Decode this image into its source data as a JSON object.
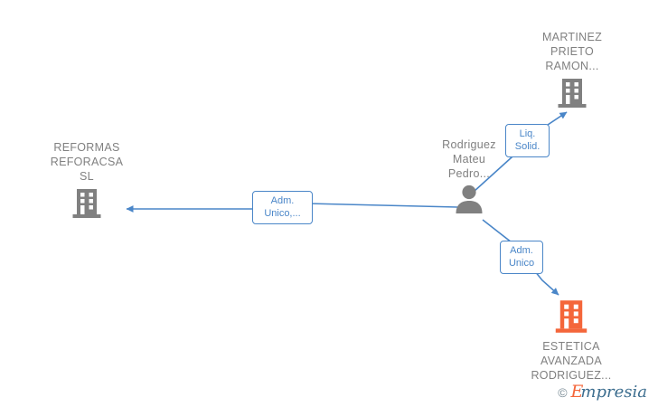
{
  "diagram": {
    "type": "entity-relationship-graph",
    "background_color": "#ffffff",
    "label_text_color": "#808080",
    "edge_color": "#4a86c8",
    "company_icon_color": "#808080",
    "highlight_company_color": "#f4663a",
    "person_icon_color": "#808080",
    "nodes": [
      {
        "id": "reformas",
        "name": "node-company-reformas-reforacsa",
        "icon": "building-icon",
        "icon_color": "#808080",
        "label": "REFORMAS\nREFORACSA\nSL",
        "label_position": "above"
      },
      {
        "id": "martinez",
        "name": "node-company-martinez-prieto",
        "icon": "building-icon",
        "icon_color": "#808080",
        "label": "MARTINEZ\nPRIETO\nRAMON...",
        "label_position": "above"
      },
      {
        "id": "person",
        "name": "node-person-rodriguez-mateu",
        "icon": "person-icon",
        "icon_color": "#808080",
        "label": "Rodriguez\nMateu\nPedro...",
        "label_position": "above-left"
      },
      {
        "id": "estetica",
        "name": "node-company-estetica-avanzada",
        "icon": "building-icon",
        "icon_color": "#f4663a",
        "label": "ESTETICA\nAVANZADA\nRODRIGUEZ...",
        "label_position": "below"
      }
    ],
    "edges": [
      {
        "id": "edge-person-to-reformas",
        "from": "person",
        "to": "reformas",
        "label": "Adm.\nUnico,...",
        "direction": "to-target"
      },
      {
        "id": "edge-person-to-martinez",
        "from": "person",
        "to": "martinez",
        "label": "Liq.\nSolid.",
        "direction": "to-target"
      },
      {
        "id": "edge-person-to-estetica",
        "from": "person",
        "to": "estetica",
        "label": "Adm.\nUnico",
        "direction": "to-target"
      }
    ]
  },
  "watermark": {
    "copyright_symbol": "©",
    "brand_initial": "E",
    "brand_rest": "mpresia"
  }
}
